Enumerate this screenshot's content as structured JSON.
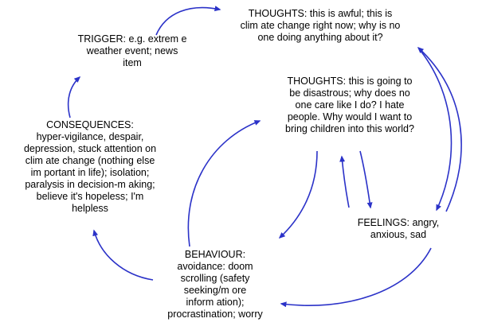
{
  "diagram": {
    "title": "climate-anxiety-cycle",
    "arrow_color": "#2b32c8",
    "text_color": "#000000",
    "nodes": {
      "trigger": {
        "label": "TRIGGER",
        "text": "TRIGGER: e.g. extrem e\nweather event; news\nitem"
      },
      "thoughts_1": {
        "label": "THOUGHTS",
        "text": "THOUGHTS: this is awful; this is\nclim ate change right now; why is no\none doing anything about it?"
      },
      "thoughts_2": {
        "label": "THOUGHTS",
        "text": "THOUGHTS: this is going to\nbe disastrous; why does no\none care like I do? I hate\npeople. Why would I want to\nbring children into this world?"
      },
      "consequences": {
        "label": "CONSEQUENCES",
        "text": "CONSEQUENCES:\nhyper-vigilance, despair,\ndepression, stuck attention on\nclim ate change (nothing else\nim portant in life); isolation;\nparalysis in decision-m aking;\nbelieve it's hopeless; I'm\nhelpless"
      },
      "feelings": {
        "label": "FEELINGS",
        "text": "FEELINGS: angry,\nanxious, sad"
      },
      "behaviour": {
        "label": "BEHAVIOUR",
        "text": "BEHAVIOUR:\navoidance: doom\nscrolling (safety\nseeking/m ore\ninform ation);\nprocrastination; worry"
      }
    },
    "edges": [
      {
        "from": "trigger",
        "to": "thoughts-1"
      },
      {
        "from": "thoughts-1",
        "to": "feelings"
      },
      {
        "from": "feelings",
        "to": "thoughts-1"
      },
      {
        "from": "thoughts-2",
        "to": "feelings"
      },
      {
        "from": "feelings",
        "to": "thoughts-2"
      },
      {
        "from": "feelings",
        "to": "behaviour"
      },
      {
        "from": "behaviour",
        "to": "consequences"
      },
      {
        "from": "consequences",
        "to": "trigger"
      },
      {
        "from": "behaviour",
        "to": "thoughts-2"
      },
      {
        "from": "thoughts-2",
        "to": "behaviour"
      }
    ]
  }
}
